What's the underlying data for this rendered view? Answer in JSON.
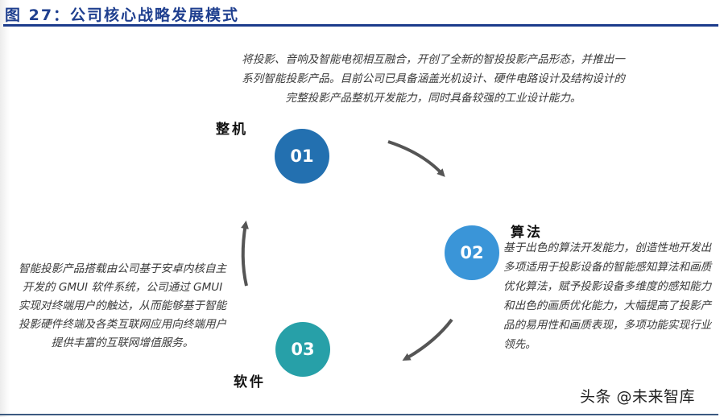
{
  "figure": {
    "title": "图 27：公司核心战略发展模式"
  },
  "steps": [
    {
      "number": "01",
      "label": "整机",
      "color": "#2370b0",
      "description": "将投影、音响及智能电视相互融合，开创了全新的智投投影产品形态，并推出一系列智能投影产品。目前公司已具备涵盖光机设计、硬件电路设计及结构设计的完整投影产品整机开发能力，同时具备较强的工业设计能力。"
    },
    {
      "number": "02",
      "label": "算法",
      "color": "#3a95d8",
      "description": "基于出色的算法开发能力，创造性地开发出多项适用于投影设备的智能感知算法和画质优化算法，赋予投影设备多维度的感知能力和出色的画质优化能力，大幅提高了投影产品的易用性和画质表现，多项功能实现行业领先。"
    },
    {
      "number": "03",
      "label": "软件",
      "color": "#27a0a8",
      "description": "智能投影产品搭载由公司基于安卓内核自主开发的 GMUI 软件系统，公司通过 GMUI 实现对终端用户的触达，从而能够基于智能投影硬件终端及各类互联网应用向终端用户提供丰富的互联网增值服务。"
    }
  ],
  "arrows": [
    {
      "from": "01",
      "to": "02",
      "icon": "curved-arrow-down-right"
    },
    {
      "from": "02",
      "to": "03",
      "icon": "curved-arrow-down-left"
    },
    {
      "from": "03",
      "to": "01",
      "icon": "curved-arrow-up"
    }
  ],
  "watermark": "头条 @未来智库",
  "colors": {
    "title": "#1f3f8f",
    "rule": "#1c3c8c",
    "arrow": "#555555",
    "text": "#3a3a3a"
  }
}
